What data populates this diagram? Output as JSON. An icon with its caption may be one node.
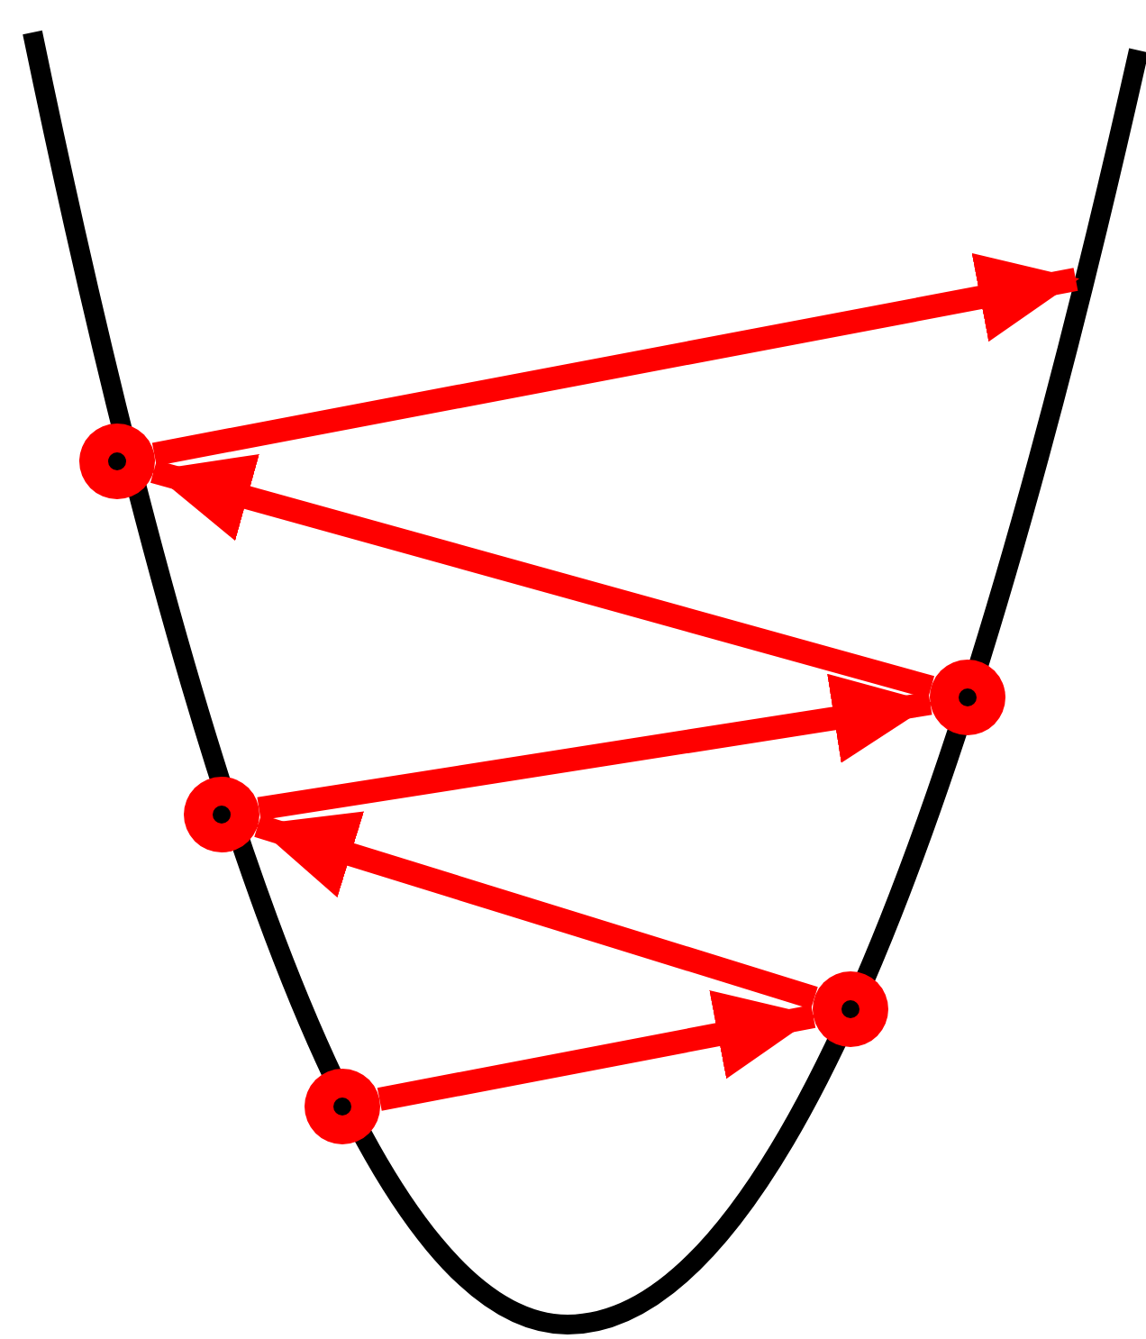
{
  "diagram": {
    "nodes": [
      {
        "text": [],
        "shape": "circle"
      },
      {
        "text": [],
        "shape": "circle"
      },
      {
        "text": [],
        "shape": "circle"
      },
      {
        "text": [],
        "shape": "circle"
      },
      {
        "text": [],
        "shape": "circle"
      }
    ],
    "edges": [
      {
        "from": 4,
        "to": 3,
        "arrow": "to"
      },
      {
        "from": 3,
        "to": 2,
        "arrow": "to"
      },
      {
        "from": 2,
        "to": 1,
        "arrow": "to"
      },
      {
        "from": 1,
        "to": 0,
        "arrow": "to"
      },
      {
        "from": 0,
        "to": null,
        "arrow": "to"
      }
    ]
  }
}
